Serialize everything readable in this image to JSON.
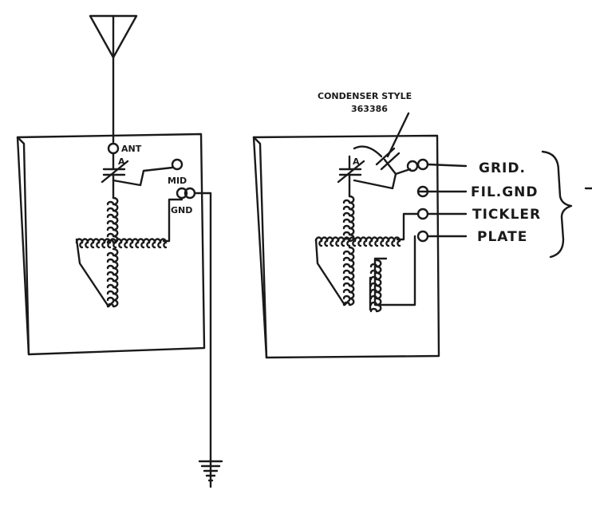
{
  "left_panel": {
    "terminals": [
      "ANT",
      "MID",
      "GND"
    ],
    "coil_tap": "A"
  },
  "right_panel": {
    "condenser_label_line1": "CONDENSER STYLE",
    "condenser_label_line2": "363386",
    "coil_tap": "A",
    "leads": [
      "GRID.",
      "FIL.GND",
      "TICKLER",
      "PLATE"
    ]
  }
}
